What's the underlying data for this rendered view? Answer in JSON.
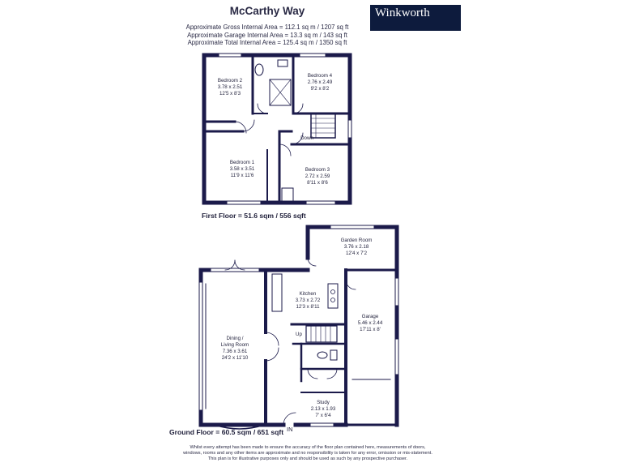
{
  "title": "McCarthy Way",
  "areas": {
    "gross": "Approximate Gross Internal Area = 112.1 sq m / 1207 sq ft",
    "garage": "Approximate Garage Internal Area = 13.3 sq m / 143 sq ft",
    "total": "Approximate Total Internal Area = 125.4 sq m / 1350 sq ft"
  },
  "brand": "Winkworth",
  "first_floor": {
    "label": "First Floor = 51.6 sqm / 556 sqft",
    "down_label": "Down",
    "rooms": [
      {
        "name": "Bedroom 2",
        "metric": "3.78 x 2.51",
        "imperial": "12'5 x 8'3"
      },
      {
        "name": "Bedroom 4",
        "metric": "2.76 x 2.49",
        "imperial": "9'2 x 8'2"
      },
      {
        "name": "Bedroom 1",
        "metric": "3.58 x 3.51",
        "imperial": "11'9 x 11'6"
      },
      {
        "name": "Bedroom 3",
        "metric": "2.72 x 2.59",
        "imperial": "8'11 x 8'6"
      }
    ]
  },
  "ground_floor": {
    "label": "Ground Floor = 60.5 sqm / 651 sqft",
    "up_label": "Up",
    "entrance": "IN",
    "rooms": [
      {
        "name": "Garden Room",
        "metric": "3.76 x 2.18",
        "imperial": "12'4 x 7'2"
      },
      {
        "name": "Kitchen",
        "metric": "3.73 x 2.72",
        "imperial": "12'3 x 8'11"
      },
      {
        "name": "Garage",
        "metric": "5.46 x 2.44",
        "imperial": "17'11 x 8'"
      },
      {
        "name_line1": "Dining /",
        "name_line2": "Living Room",
        "metric": "7.36 x 3.61",
        "imperial": "24'2 x 11'10"
      },
      {
        "name": "Study",
        "metric": "2.13 x 1.93",
        "imperial": "7' x 6'4"
      }
    ]
  },
  "disclaimer": {
    "line1": "Whilst every attempt has been made to ensure the accuracy of the floor plan contained here, measurements of doors,",
    "line2": "windows, rooms and any other items are approximate and no responsibility is taken for any error, omission or mis-statement.",
    "line3": "This plan is for illustrative purposes only and should be used as such by any prospective purchaser."
  },
  "colors": {
    "wall": "#1b1a4a",
    "brand_bg": "#0d1b3d",
    "text": "#1f1f3a"
  }
}
